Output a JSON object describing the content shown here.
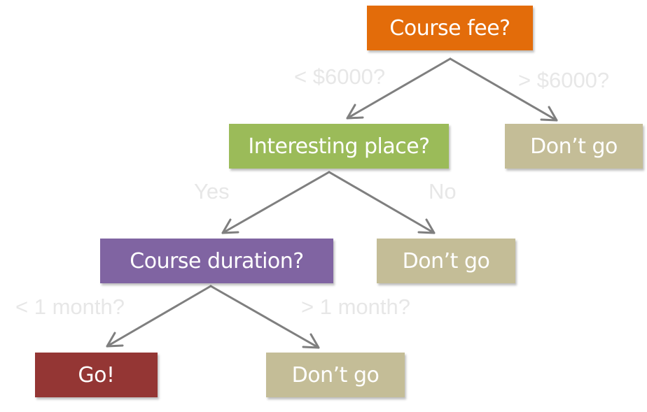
{
  "diagram": {
    "nodes": {
      "course_fee": {
        "label": "Course fee?",
        "color": "#e36c0a"
      },
      "interesting_place": {
        "label": "Interesting place?",
        "color": "#9bbb59"
      },
      "dont_go_fee": {
        "label": "Don’t go",
        "color": "#c4bd97"
      },
      "course_duration": {
        "label": "Course duration?",
        "color": "#8064a2"
      },
      "dont_go_place": {
        "label": "Don’t go",
        "color": "#c4bd97"
      },
      "go": {
        "label": "Go!",
        "color": "#943634"
      },
      "dont_go_duration": {
        "label": "Don’t go",
        "color": "#c4bd97"
      }
    },
    "edges": {
      "fee_less": {
        "label": "< $6000?",
        "from": "course_fee",
        "to": "interesting_place"
      },
      "fee_more": {
        "label": "> $6000?",
        "from": "course_fee",
        "to": "dont_go_fee"
      },
      "place_yes": {
        "label": "Yes",
        "from": "interesting_place",
        "to": "course_duration"
      },
      "place_no": {
        "label": "No",
        "from": "interesting_place",
        "to": "dont_go_place"
      },
      "duration_less": {
        "label": "< 1 month?",
        "from": "course_duration",
        "to": "go"
      },
      "duration_more": {
        "label": "> 1 month?",
        "from": "course_duration",
        "to": "dont_go_duration"
      }
    },
    "colors": {
      "edge_line": "#7f7f7f",
      "edge_label": "#e7e7e7",
      "node_text": "#ffffff"
    }
  }
}
